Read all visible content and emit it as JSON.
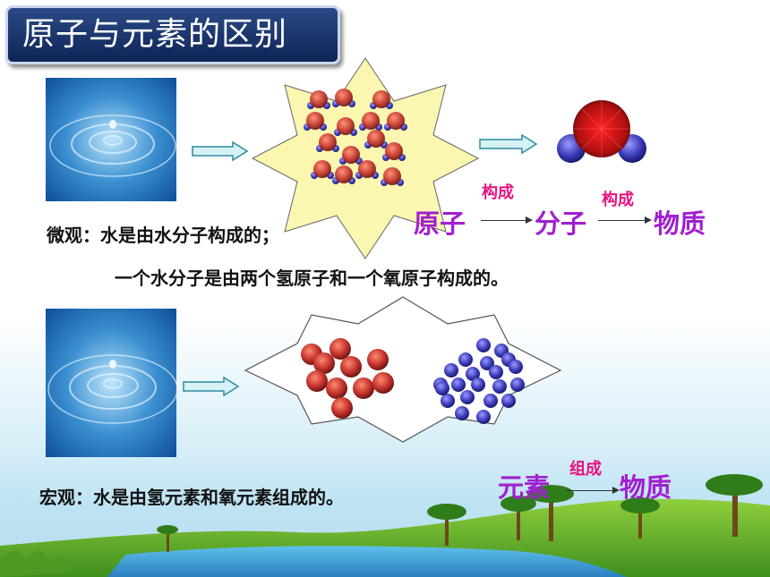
{
  "title": "原子与元素的区别",
  "micro": {
    "text1": "微观：水是由水分子构成的；",
    "text2": "一个水分子是由两个氢原子和一个氧原子构成的。",
    "chain": {
      "atom": "原子",
      "molecule": "分子",
      "matter": "物质",
      "rel1": "构成",
      "rel2": "构成"
    }
  },
  "macro": {
    "text": "宏观：水是由氢元素和氧元素组成的。",
    "chain": {
      "element": "元素",
      "matter": "物质",
      "rel": "组成"
    }
  },
  "colors": {
    "title_bg": "#1c3470",
    "pink": "#e8117f",
    "purple": "#a01fd0",
    "oxygen": "#c0302a",
    "hydrogen": "#3a3ab8",
    "star_fill": "#fbf6b0"
  },
  "icons": [
    "water-ripple-image",
    "water-molecule-icon",
    "arrow-right-icon"
  ]
}
